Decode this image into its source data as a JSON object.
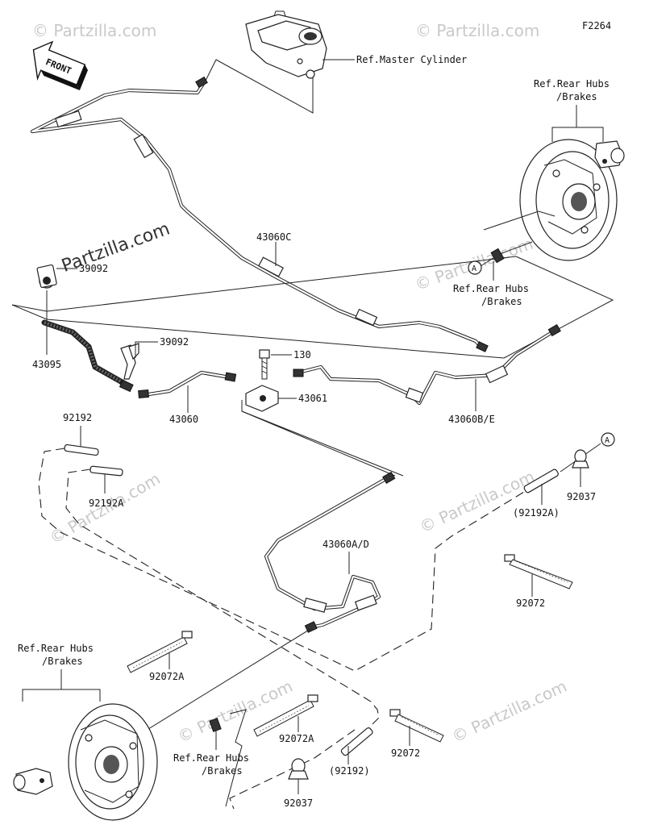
{
  "figure_code": "F2264",
  "front_label": "FRONT",
  "watermark": "© Partzilla.com",
  "watermark_brand": "Partzilla.com",
  "labels": {
    "master_cylinder": "Ref.Master Cylinder",
    "rear_hubs_top_1": "Ref.Rear Hubs",
    "rear_hubs_top_2": "/Brakes",
    "rear_hubs_mid_1": "Ref.Rear Hubs",
    "rear_hubs_mid_2": "/Brakes",
    "rear_hubs_left_1": "Ref.Rear Hubs",
    "rear_hubs_left_2": "/Brakes",
    "rear_hubs_bottom_1": "Ref.Rear Hubs",
    "rear_hubs_bottom_2": "/Brakes",
    "callout_a_top": "A",
    "callout_a_right": "A"
  },
  "parts": {
    "p43060C": "43060C",
    "p39092_top": "39092",
    "p39092_mid": "39092",
    "p43095": "43095",
    "p130": "130",
    "p43061": "43061",
    "p43060": "43060",
    "p43060BE": "43060B/E",
    "p92192": "92192",
    "p92192A": "92192A",
    "p92192A_paren": "(92192A)",
    "p92037_right": "92037",
    "p43060AD": "43060A/D",
    "p92072_right": "92072",
    "p92072A_left": "92072A",
    "p92072A_bottom": "92072A",
    "p92072_bottom": "92072",
    "p92192_paren": "(92192)",
    "p92037_bottom": "92037"
  }
}
